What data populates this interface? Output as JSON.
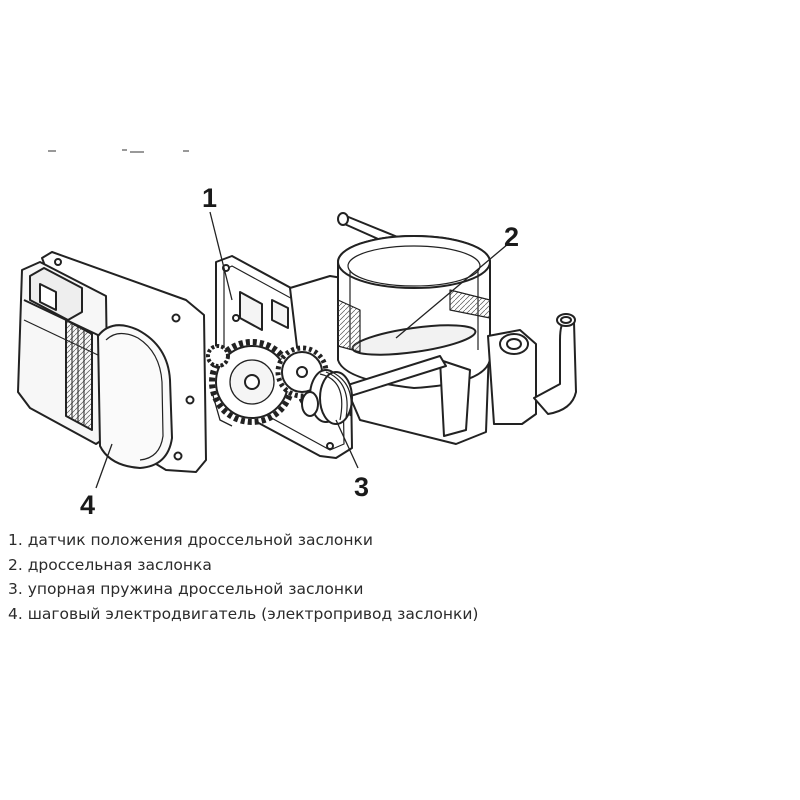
{
  "callouts": [
    "1",
    "2",
    "3",
    "4"
  ],
  "legend": [
    "1. датчик положения дроссельной заслонки",
    "2. дроссельная заслонка",
    "3. упорная пружина дроссельной заслонки",
    "4. шаговый электродвигатель (электропривод заслонки)"
  ]
}
